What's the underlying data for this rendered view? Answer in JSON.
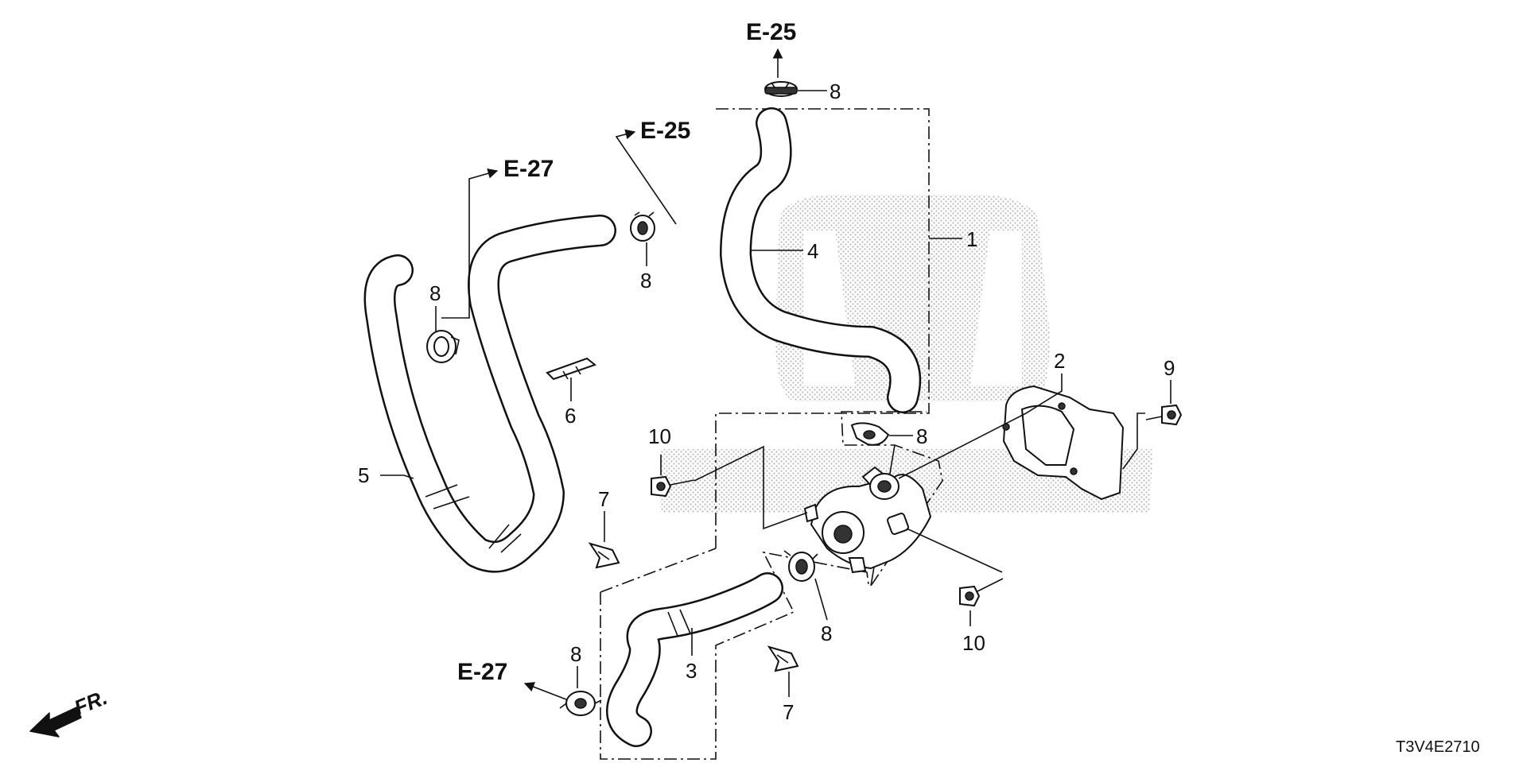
{
  "diagram_code": "T3V4E2710",
  "front_indicator": {
    "label": "FR.",
    "icon": "front-arrow-icon"
  },
  "references": {
    "e25_top": "E-25",
    "e25_left": "E-25",
    "e27_upper": "E-27",
    "e27_lower": "E-27"
  },
  "callouts": {
    "c1": "1",
    "c2": "2",
    "c3": "3",
    "c4": "4",
    "c5": "5",
    "c6": "6",
    "c7a": "7",
    "c7b": "7",
    "c8_top": "8",
    "c8_upper": "8",
    "c8_left": "8",
    "c8_center": "8",
    "c8_lower": "8",
    "c8_bottom": "8",
    "c9": "9",
    "c10_left": "10",
    "c10_right": "10"
  },
  "colors": {
    "line": "#111111",
    "watermark": "#bdbdbd",
    "background": "#ffffff"
  }
}
